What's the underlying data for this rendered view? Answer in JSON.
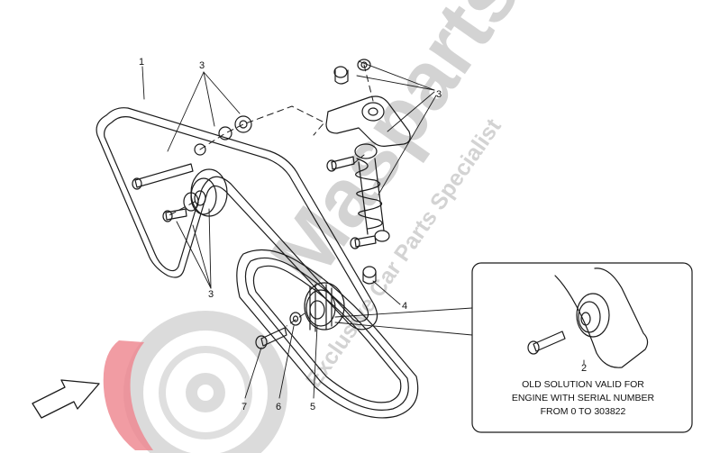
{
  "watermark": {
    "brand": "Masparts",
    "tagline": "Exclusive Car Parts Specialist",
    "gray_color": "#c8c8c8",
    "red_color": "#e8727c"
  },
  "callouts": {
    "c1": "1",
    "c2": "2",
    "c3a": "3",
    "c3b": "3",
    "c3c": "3",
    "c4": "4",
    "c5": "5",
    "c6": "6",
    "c7": "7"
  },
  "inset_note": {
    "line1": "OLD SOLUTION VALID FOR",
    "line2": "ENGINE WITH SERIAL NUMBER",
    "line3": "FROM 0 TO 303822"
  },
  "icons": [
    "direction-arrow-icon",
    "watermark-wheel-icon"
  ]
}
